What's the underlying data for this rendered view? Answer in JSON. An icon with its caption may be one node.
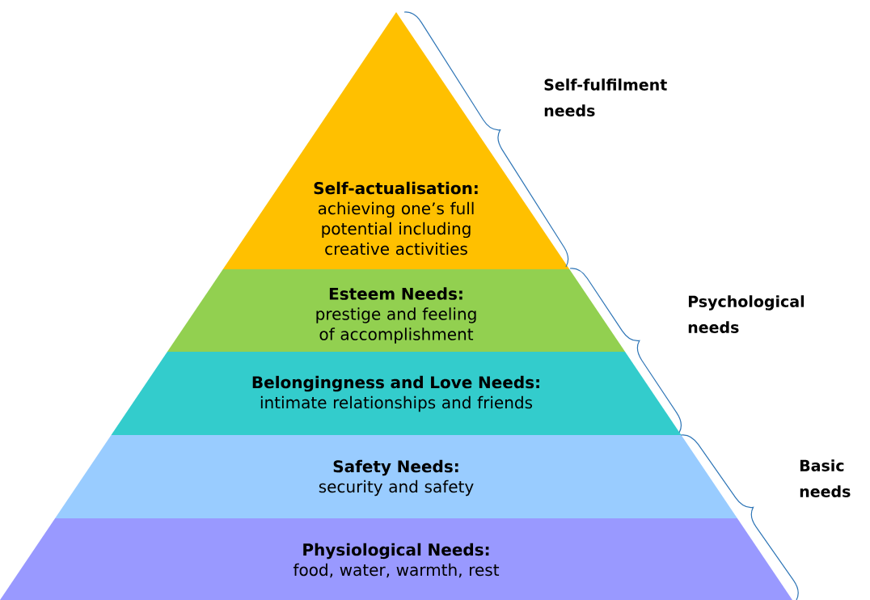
{
  "diagram": {
    "nodes": [
      {
        "text": [
          "Self-actualisation:",
          "achieving one’s full potential including creative activities"
        ]
      },
      {
        "text": [
          "Esteem Needs:",
          "prestige and feeling of accomplishment"
        ]
      },
      {
        "text": [
          "Belongingness and Love Needs:",
          "intimate relationships and friends"
        ]
      },
      {
        "text": [
          "Safety Needs:",
          "security and safety"
        ]
      },
      {
        "text": [
          "Physiological Needs:",
          "food, water, warmth, rest"
        ]
      }
    ],
    "labels": [
      "Self-fulfilment needs",
      "Psychological needs",
      "Basic needs"
    ]
  }
}
